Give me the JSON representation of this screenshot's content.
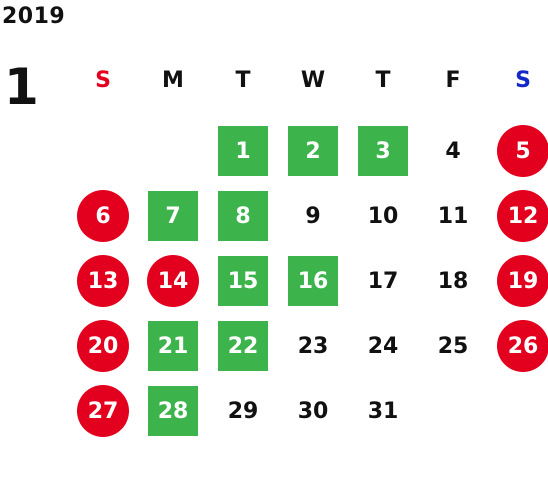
{
  "year": "2019",
  "month": "1",
  "colors": {
    "sunday": "#e3001e",
    "saturday": "#1428c8",
    "weekday": "#111111",
    "holiday_circle": "#e3001e",
    "open_box": "#3cb44b"
  },
  "weekdays": [
    "S",
    "M",
    "T",
    "W",
    "T",
    "F",
    "S"
  ],
  "weeks": [
    [
      {
        "d": "",
        "type": "empty"
      },
      {
        "d": "",
        "type": "empty"
      },
      {
        "d": "1",
        "type": "green"
      },
      {
        "d": "2",
        "type": "green"
      },
      {
        "d": "3",
        "type": "green"
      },
      {
        "d": "4",
        "type": "normal"
      },
      {
        "d": "5",
        "type": "red"
      }
    ],
    [
      {
        "d": "6",
        "type": "red"
      },
      {
        "d": "7",
        "type": "green"
      },
      {
        "d": "8",
        "type": "green"
      },
      {
        "d": "9",
        "type": "normal"
      },
      {
        "d": "10",
        "type": "normal"
      },
      {
        "d": "11",
        "type": "normal"
      },
      {
        "d": "12",
        "type": "red"
      }
    ],
    [
      {
        "d": "13",
        "type": "red"
      },
      {
        "d": "14",
        "type": "red"
      },
      {
        "d": "15",
        "type": "green"
      },
      {
        "d": "16",
        "type": "green"
      },
      {
        "d": "17",
        "type": "normal"
      },
      {
        "d": "18",
        "type": "normal"
      },
      {
        "d": "19",
        "type": "red"
      }
    ],
    [
      {
        "d": "20",
        "type": "red"
      },
      {
        "d": "21",
        "type": "green"
      },
      {
        "d": "22",
        "type": "green"
      },
      {
        "d": "23",
        "type": "normal"
      },
      {
        "d": "24",
        "type": "normal"
      },
      {
        "d": "25",
        "type": "normal"
      },
      {
        "d": "26",
        "type": "red"
      }
    ],
    [
      {
        "d": "27",
        "type": "red"
      },
      {
        "d": "28",
        "type": "green"
      },
      {
        "d": "29",
        "type": "normal"
      },
      {
        "d": "30",
        "type": "normal"
      },
      {
        "d": "31",
        "type": "normal"
      },
      {
        "d": "",
        "type": "empty"
      },
      {
        "d": "",
        "type": "empty"
      }
    ]
  ]
}
